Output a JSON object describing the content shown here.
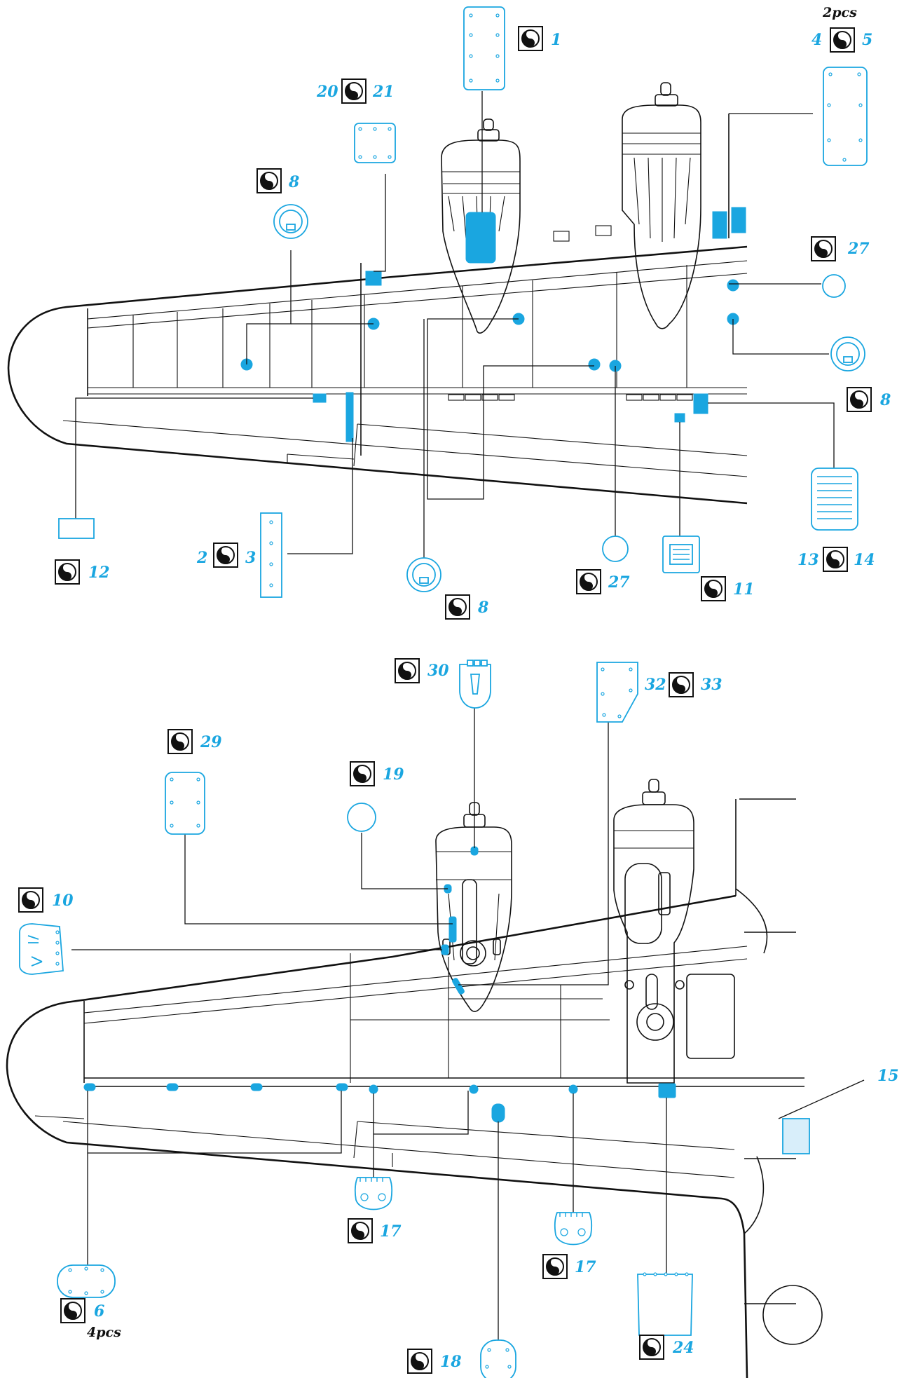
{
  "colors": {
    "accent": "#1aa6e0",
    "outline": "#111111",
    "background": "#ffffff"
  },
  "icon": "yin-yang-symbol-icon",
  "callouts": {
    "c1": "1",
    "c2": "2",
    "c3": "3",
    "c4": "4",
    "c5": "5",
    "c6": "6",
    "c8": "8",
    "c10": "10",
    "c11": "11",
    "c12": "12",
    "c13": "13",
    "c14": "14",
    "c15": "15",
    "c17": "17",
    "c18": "18",
    "c19": "19",
    "c20": "20",
    "c21": "21",
    "c24": "24",
    "c27": "27",
    "c29": "29",
    "c30": "30",
    "c32": "32",
    "c33": "33"
  },
  "notes": {
    "two_pcs": "2pcs",
    "four_pcs": "4pcs"
  }
}
